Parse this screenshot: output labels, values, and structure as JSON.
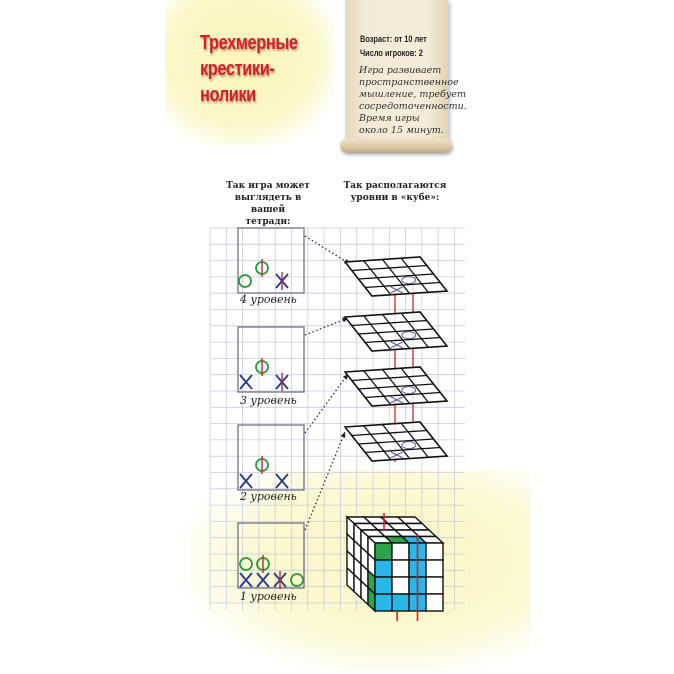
{
  "title": {
    "line1": "Трехмерные",
    "line2": "крестики-",
    "line3": "нолики"
  },
  "scroll": {
    "age": "Возраст: от 10 лет",
    "players": "Число игроков: 2",
    "description": "Игра развивает\nпространственное\nмышление, требует\nсосредоточенности.\nВремя игры\nоколо 15 минут."
  },
  "captions": {
    "left": "Так игра может\nвыглядеть в вашей\nтетради:",
    "right": "Так располагаются\nуровни в «кубе»:"
  },
  "levels": [
    "4 уровень",
    "3 уровень",
    "2 уровень",
    "1 уровень"
  ],
  "colors": {
    "red": "#d4202a",
    "green": "#2e9a3a",
    "blue": "#1f3b8c",
    "cube_blue": "#29b6e8",
    "cube_green": "#2ea44a"
  }
}
